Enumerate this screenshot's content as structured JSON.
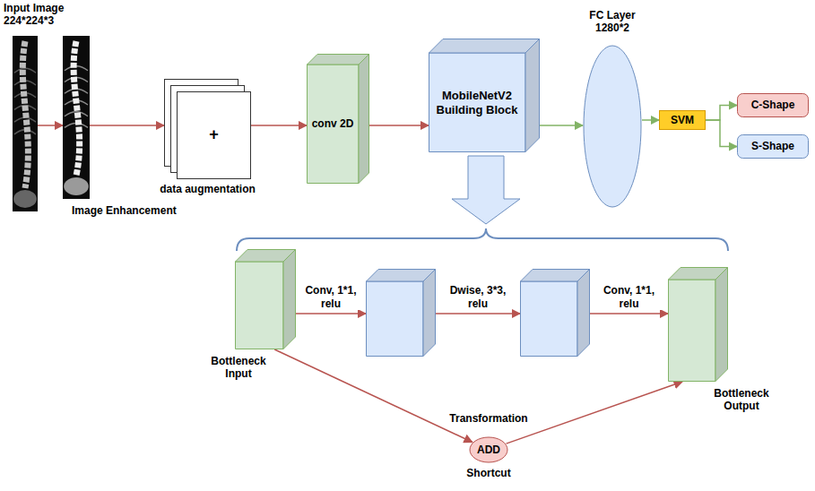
{
  "diagram": {
    "nodes": [
      {
        "text": [
          "Input Image 224*224*3"
        ]
      },
      {
        "text": [
          "Image Enhancement"
        ]
      },
      {
        "text": [
          "+",
          "data augmentation"
        ]
      },
      {
        "text": [
          "conv 2D"
        ]
      },
      {
        "text": [
          "MobileNetV2 Building Block"
        ]
      },
      {
        "text": [
          "FC Layer 1280*2"
        ]
      },
      {
        "text": [
          "SVM"
        ]
      },
      {
        "text": [
          "C-Shape"
        ]
      },
      {
        "text": [
          "S-Shape"
        ]
      },
      {
        "text": [
          "Bottleneck Input"
        ]
      },
      {
        "text": []
      },
      {
        "text": []
      },
      {
        "text": [
          "Bottleneck Output"
        ]
      },
      {
        "text": [
          "ADD"
        ]
      }
    ],
    "edges": [
      {
        "from": 0,
        "to": 1,
        "arrow": "to"
      },
      {
        "from": 1,
        "to": 2,
        "arrow": "to"
      },
      {
        "from": 2,
        "to": 3,
        "arrow": "to"
      },
      {
        "from": 3,
        "to": 4,
        "arrow": "to"
      },
      {
        "from": 4,
        "to": 5,
        "arrow": "to"
      },
      {
        "from": 5,
        "to": 6,
        "arrow": "to"
      },
      {
        "from": 6,
        "to": 7,
        "arrow": "to"
      },
      {
        "from": 6,
        "to": 8,
        "arrow": "to"
      },
      {
        "from": 9,
        "to": 10,
        "label": "Conv, 1*1, relu",
        "arrow": "to"
      },
      {
        "from": 10,
        "to": 11,
        "label": "Dwise, 3*3, relu",
        "arrow": "to"
      },
      {
        "from": 11,
        "to": 12,
        "label": "Conv, 1*1, relu",
        "arrow": "to"
      },
      {
        "from": 9,
        "to": 13,
        "arrow": "to"
      },
      {
        "from": 13,
        "to": 12,
        "arrow": "to"
      }
    ],
    "labels": [
      "Transformation",
      "Shortcut"
    ]
  }
}
